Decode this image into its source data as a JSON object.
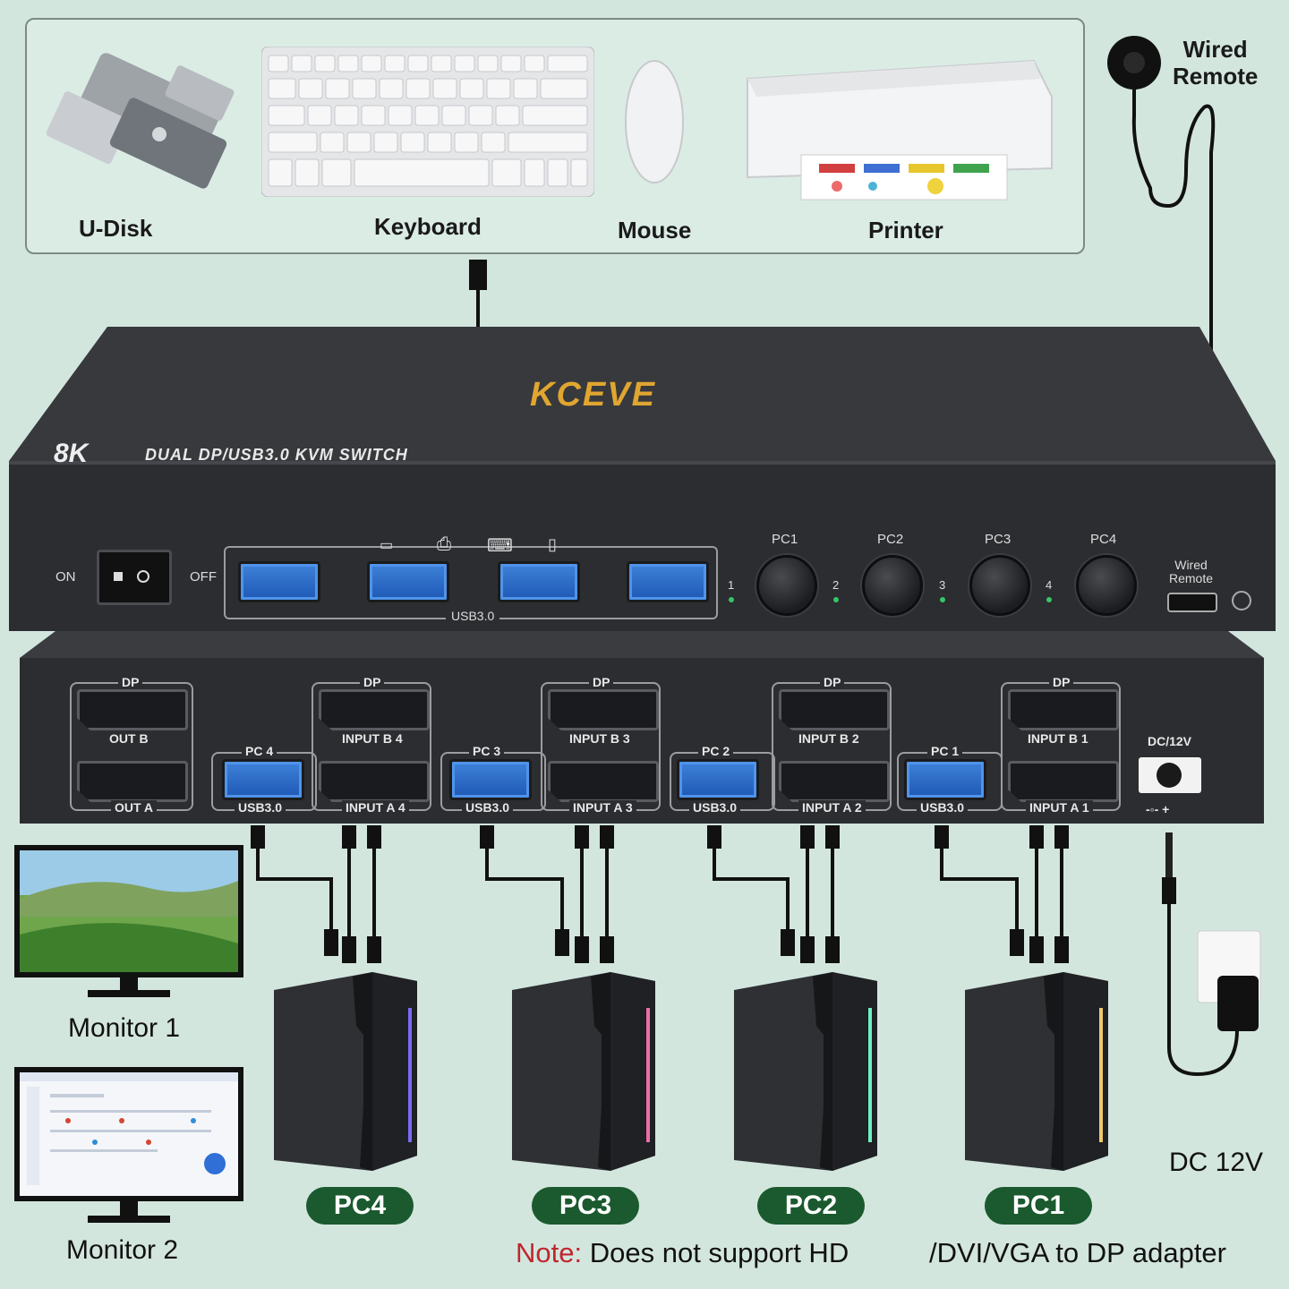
{
  "peripherals": {
    "u_disk": "U-Disk",
    "keyboard": "Keyboard",
    "mouse": "Mouse",
    "printer": "Printer"
  },
  "remote": {
    "label_line1": "Wired",
    "label_line2": "Remote"
  },
  "kvm_top": {
    "brand": "KCEVE",
    "badge": "8K",
    "title": "DUAL DP/USB3.0 KVM SWITCH",
    "on": "ON",
    "off": "OFF",
    "usb_label": "USB3.0",
    "buttons": [
      "PC1",
      "PC2",
      "PC3",
      "PC4"
    ],
    "led_numbers": [
      "1",
      "2",
      "3",
      "4"
    ],
    "remote_port_line1": "Wired",
    "remote_port_line2": "Remote"
  },
  "kvm_bottom": {
    "dp": "DP",
    "out_b": "OUT B",
    "out_a": "OUT A",
    "groups": [
      {
        "pc": "PC 4",
        "usb": "USB3.0",
        "input_b": "INPUT B 4",
        "input_a": "INPUT A 4"
      },
      {
        "pc": "PC 3",
        "usb": "USB3.0",
        "input_b": "INPUT B 3",
        "input_a": "INPUT A 3"
      },
      {
        "pc": "PC 2",
        "usb": "USB3.0",
        "input_b": "INPUT B 2",
        "input_a": "INPUT A 2"
      },
      {
        "pc": "PC 1",
        "usb": "USB3.0",
        "input_b": "INPUT B 1",
        "input_a": "INPUT A 1"
      }
    ],
    "dc_label": "DC/12V",
    "dc_polarity": "-◦- +"
  },
  "monitors": {
    "monitor1": "Monitor 1",
    "monitor2": "Monitor 2"
  },
  "pcs": [
    "PC4",
    "PC3",
    "PC2",
    "PC1"
  ],
  "power": {
    "label": "DC 12V"
  },
  "note": {
    "prefix": "Note:",
    "text": "Does not support HD",
    "line2": "/DVI/VGA to DP adapter"
  },
  "colors": {
    "background": "#d3e6de",
    "kvm_body": "#2b2d30",
    "usb_blue": "#2f6fcf",
    "badge_green": "#1a5a2e",
    "note_red": "#c0262d"
  }
}
